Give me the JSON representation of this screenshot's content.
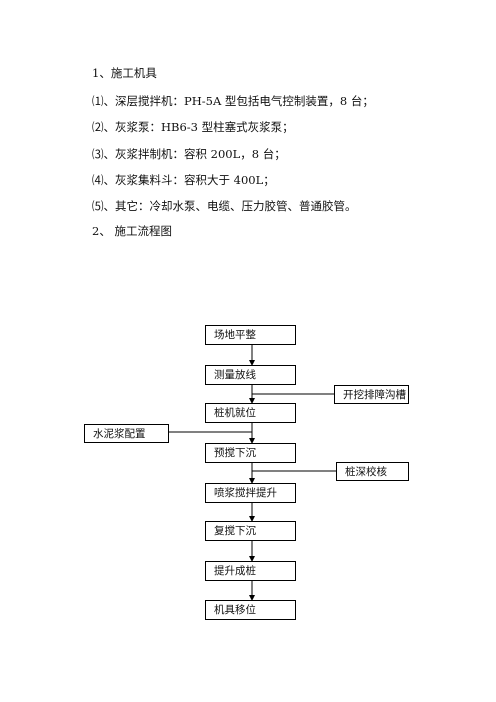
{
  "doc": {
    "heading1": "1、施工机具",
    "items": [
      "⑴、深层搅拌机：PH-5A 型包括电气控制装置，8 台；",
      "⑵、灰浆泵：HB6-3 型柱塞式灰浆泵；",
      "⑶、灰浆拌制机：容积 200L，8 台；",
      "⑷、灰浆集料斗：容积大于 400L；",
      "⑸、其它：冷却水泵、电缆、压力胶管、普通胶管。"
    ],
    "heading2": "2、 施工流程图"
  },
  "flow": {
    "steps": [
      "场地平整",
      "测量放线",
      "桩机就位",
      "预搅下沉",
      "喷浆搅拌提升",
      "复搅下沉",
      "提升成桩",
      "机具移位"
    ],
    "side_right_1": "开挖排障沟槽",
    "side_left": "水泥浆配置",
    "side_right_2": "桩深校核"
  }
}
